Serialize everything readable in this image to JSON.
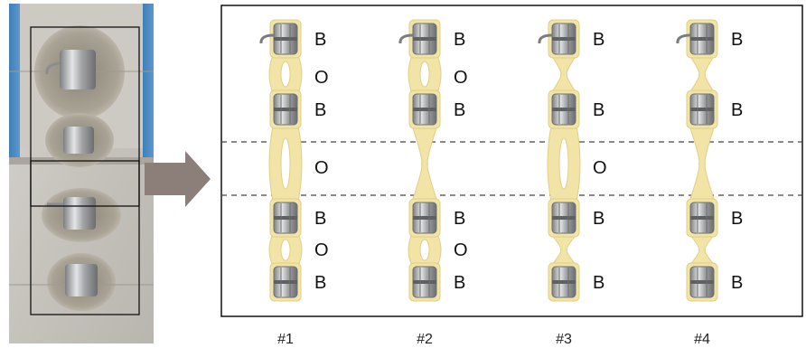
{
  "photo": {
    "description_icons": [
      "bracket-photo",
      "selection-box-top",
      "selection-box-bottom"
    ]
  },
  "arrow": {
    "color": "#8c7f7a"
  },
  "colors": {
    "frame": "#111111",
    "resin": "#f1e4a6",
    "resin_edge": "#e0cf84",
    "metal": "#a9abad",
    "dashed": "#444444"
  },
  "configurations": [
    {
      "id": "#1",
      "rows": [
        {
          "label": "B"
        },
        {
          "label": "O"
        },
        {
          "label": "B"
        },
        {
          "label": "O"
        },
        {
          "label": "B"
        },
        {
          "label": "O"
        },
        {
          "label": "B"
        }
      ]
    },
    {
      "id": "#2",
      "rows": [
        {
          "label": "B"
        },
        {
          "label": "O"
        },
        {
          "label": "B"
        },
        {
          "label": ""
        },
        {
          "label": "B"
        },
        {
          "label": "O"
        },
        {
          "label": "B"
        }
      ]
    },
    {
      "id": "#3",
      "rows": [
        {
          "label": "B"
        },
        {
          "label": ""
        },
        {
          "label": "B"
        },
        {
          "label": "O"
        },
        {
          "label": "B"
        },
        {
          "label": ""
        },
        {
          "label": "B"
        }
      ]
    },
    {
      "id": "#4",
      "rows": [
        {
          "label": "B"
        },
        {
          "label": ""
        },
        {
          "label": "B"
        },
        {
          "label": ""
        },
        {
          "label": "B"
        },
        {
          "label": ""
        },
        {
          "label": "B"
        }
      ]
    }
  ]
}
